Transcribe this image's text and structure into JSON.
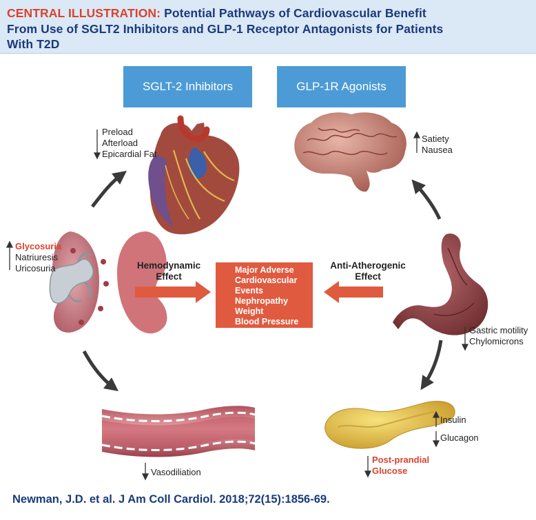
{
  "header": {
    "lead": "CENTRAL ILLUSTRATION:",
    "title_line1": "Potential Pathways of Cardiovascular Benefit",
    "title_line2": "From Use of SGLT2 Inhibitors and GLP-1 Receptor Antagonists for Patients",
    "title_line3": "With T2D"
  },
  "columns": {
    "left": "SGLT-2 Inhibitors",
    "right": "GLP-1R Agonists"
  },
  "heart_effects": [
    "Preload",
    "Afterload",
    "Epicardial Fat"
  ],
  "brain_effects": [
    "Satiety",
    "Nausea"
  ],
  "kidney_effects": {
    "highlight": "Glycosuria",
    "others": [
      "Natriuresis",
      "Uricosuria"
    ]
  },
  "left_arrow_label": [
    "Hemodynamic",
    "Effect"
  ],
  "right_arrow_label": [
    "Anti-Atherogenic",
    "Effect"
  ],
  "outcomes": [
    "Major Adverse",
    "Cardiovascular",
    "Events",
    "Nephropathy",
    "Weight",
    "Blood Pressure"
  ],
  "stomach_effects": [
    "Gastric motility",
    "Chylomicrons"
  ],
  "pancreas_effects": {
    "up": "Insulin",
    "down": "Glucagon"
  },
  "glucose_effect": [
    "Post-prandial",
    "Glucose"
  ],
  "vessel_effect": "Vasodiliation",
  "citation": "Newman, J.D. et al. J Am Coll Cardiol. 2018;72(15):1856-69.",
  "colors": {
    "header_bg": "#dbe8f5",
    "header_text": "#1a3a7c",
    "accent_red": "#d9432f",
    "box_blue": "#4d9bd6",
    "center_box": "#e05a3f"
  },
  "icons": [
    "heart-illustration",
    "brain-illustration",
    "kidney-illustration",
    "stomach-illustration",
    "pancreas-illustration",
    "blood-vessel-illustration"
  ]
}
